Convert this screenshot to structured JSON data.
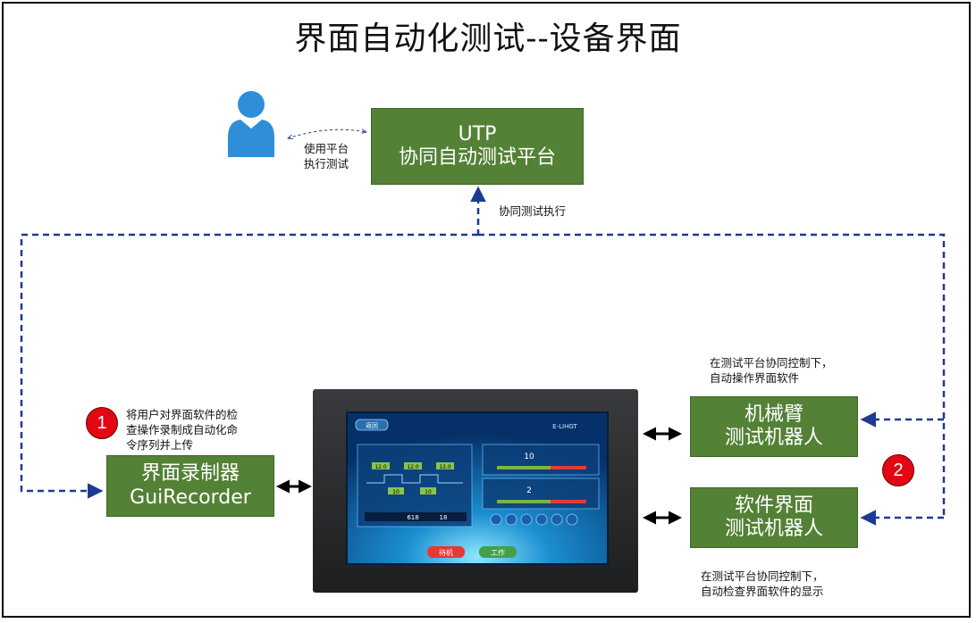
{
  "title": "界面自动化测试--设备界面",
  "utp_box": {
    "line1": "UTP",
    "line2": "协同自动测试平台"
  },
  "user_note": "使用平台\n执行测试",
  "collab_label": "协同测试执行",
  "recorder_box": {
    "line1": "界面录制器",
    "line2": "GuiRecorder"
  },
  "recorder_badge": "1",
  "recorder_note": "将用户对界面软件的检\n查操作录制成自动化命\n令序列并上传",
  "arm_box": {
    "line1": "机械臂",
    "line2": "测试机器人"
  },
  "arm_note": "在测试平台协同控制下，\n自动操作界面软件",
  "soft_box": {
    "line1": "软件界面",
    "line2": "测试机器人"
  },
  "soft_note": "在测试平台协同控制下，\n自动检查界面软件的显示",
  "robots_badge": "2",
  "device_screen": {
    "back_label": "返回",
    "model": "E-LIHGT",
    "set_values": [
      "12.0",
      "12.0",
      "12.0"
    ],
    "step_values": [
      "10",
      "10"
    ],
    "bottom_values": [
      "618",
      "18"
    ],
    "gauge1_value": "10",
    "gauge2_value": "2",
    "btn_standby": "待机",
    "btn_work": "工作"
  },
  "colors": {
    "box_green": "#538135",
    "arrow_blue": "#1f3a93",
    "badge_red": "#e30613"
  }
}
